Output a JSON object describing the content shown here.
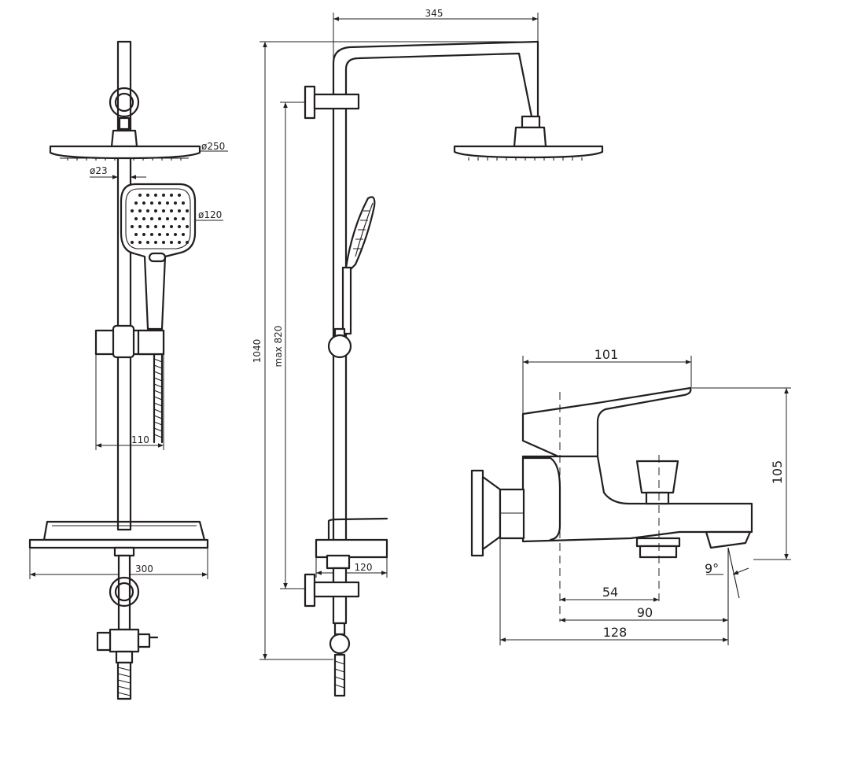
{
  "front_view": {
    "rain_head_diameter": "ø250",
    "pipe_diameter": "ø23",
    "hand_shower_diameter": "ø120",
    "hand_holder_width": "110",
    "shelf_width": "300"
  },
  "side_view": {
    "arm_reach": "345",
    "total_height": "1040",
    "bar_height": "max 820",
    "mixer_depth": "120"
  },
  "mixer_view": {
    "lever_length": "101",
    "height": "105",
    "angle": "9°",
    "spout_offset_1": "54",
    "spout_offset_2": "90",
    "total_depth": "128"
  }
}
